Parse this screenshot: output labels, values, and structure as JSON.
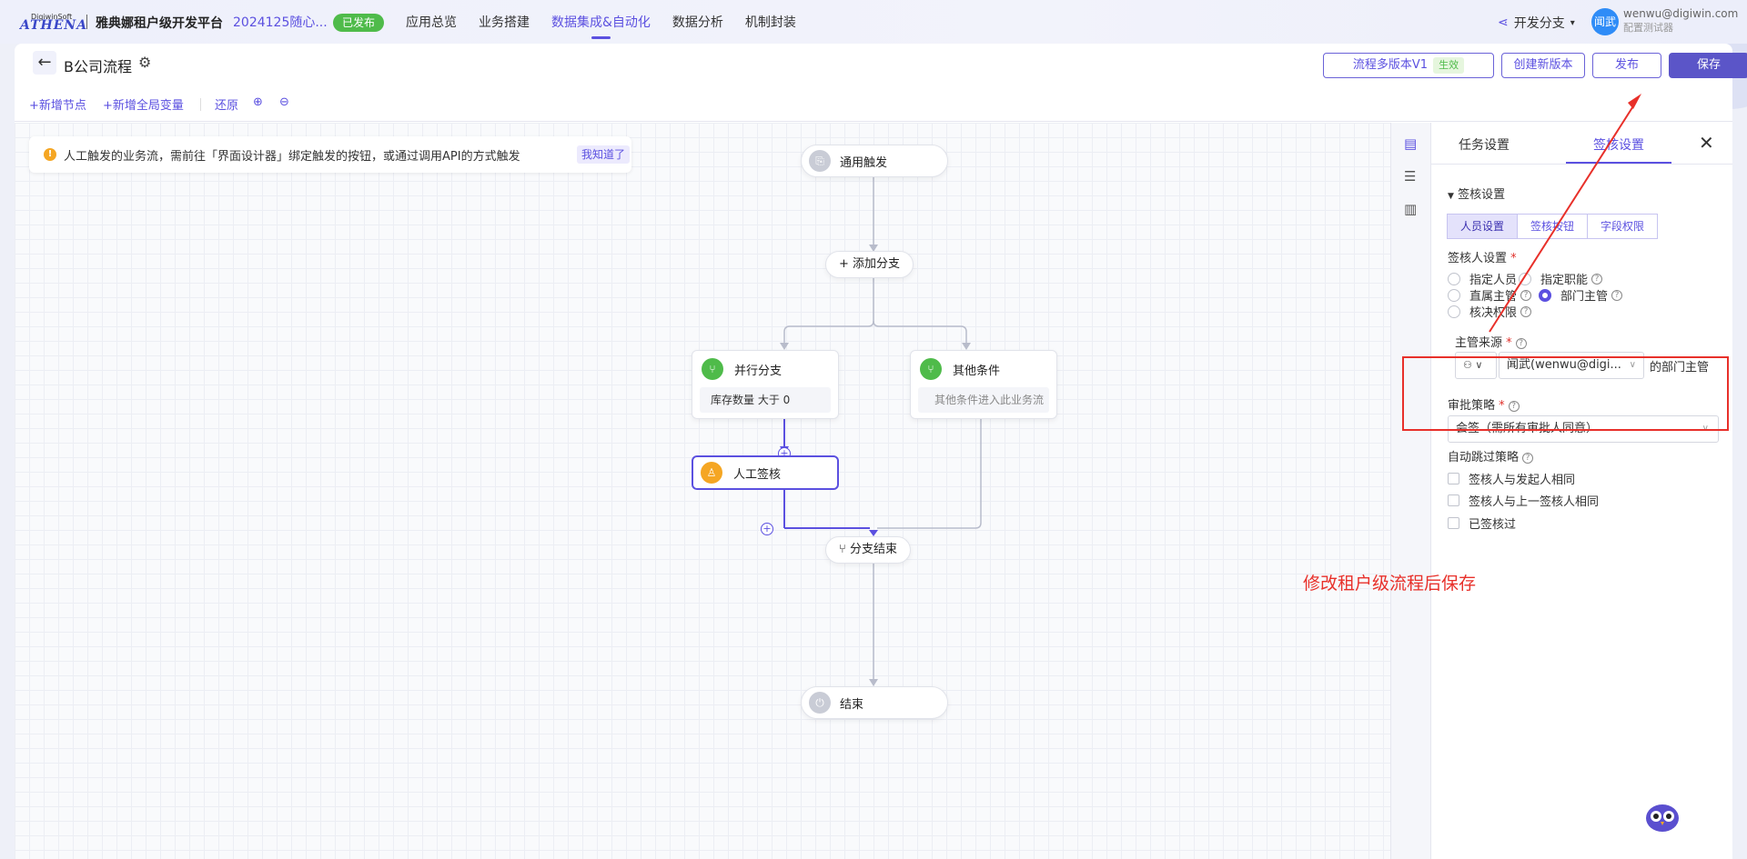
{
  "nav": {
    "logo_small": "DigiwinSoft",
    "logo_main": "ATHENA",
    "brand": "雅典娜租户级开发平台",
    "version": "2024125随心...",
    "status_badge": "已发布",
    "menu": [
      "应用总览",
      "业务搭建",
      "数据集成&自动化",
      "数据分析",
      "机制封装"
    ],
    "branch": "开发分支",
    "avatar": "闻武",
    "user_email": "wenwu@digiwin.com",
    "user_role": "配置测试器"
  },
  "header": {
    "title": "B公司流程",
    "btn_versions": "流程多版本V1",
    "btn_versions_tag": "生效",
    "btn_new_version": "创建新版本",
    "btn_publish": "发布",
    "btn_save": "保存"
  },
  "toolbar": {
    "add_node": "+新增节点",
    "add_var": "+新增全局变量",
    "restore": "还原"
  },
  "notice": {
    "text": "人工触发的业务流，需前往「界面设计器」绑定触发的按钮，或通过调用API的方式触发",
    "ok": "我知道了"
  },
  "flow": {
    "trigger": "通用触发",
    "add_branch": "添加分支",
    "branch1_title": "并行分支",
    "branch1_cond": "库存数量 大于 0",
    "branch2_title": "其他条件",
    "branch2_cond": "其他条件进入此业务流",
    "approve": "人工签核",
    "branch_end": "分支结束",
    "end": "结束"
  },
  "panel": {
    "tab1": "任务设置",
    "tab2": "签核设置",
    "section": "签核设置",
    "seg": [
      "人员设置",
      "签核按钮",
      "字段权限"
    ],
    "approver_label": "签核人设置",
    "radios": {
      "r1": "指定人员",
      "r2": "指定职能",
      "r3": "直属主管",
      "r4": "部门主管",
      "r5": "核决权限"
    },
    "source_label": "主管来源",
    "source_user": "闻武(wenwu@digi...",
    "source_suffix": "的部门主管",
    "strategy_label": "审批策略",
    "strategy_value": "会签（需所有审批人同意）",
    "skip_label": "自动跳过策略",
    "skip1": "签核人与发起人相同",
    "skip2": "签核人与上一签核人相同",
    "skip3": "已签核过"
  },
  "annotation": {
    "text": "修改租户级流程后保存",
    "color": "#e8302a"
  },
  "colors": {
    "accent": "#5b50e0",
    "success": "#4fbb4a",
    "warning": "#f5a623"
  }
}
